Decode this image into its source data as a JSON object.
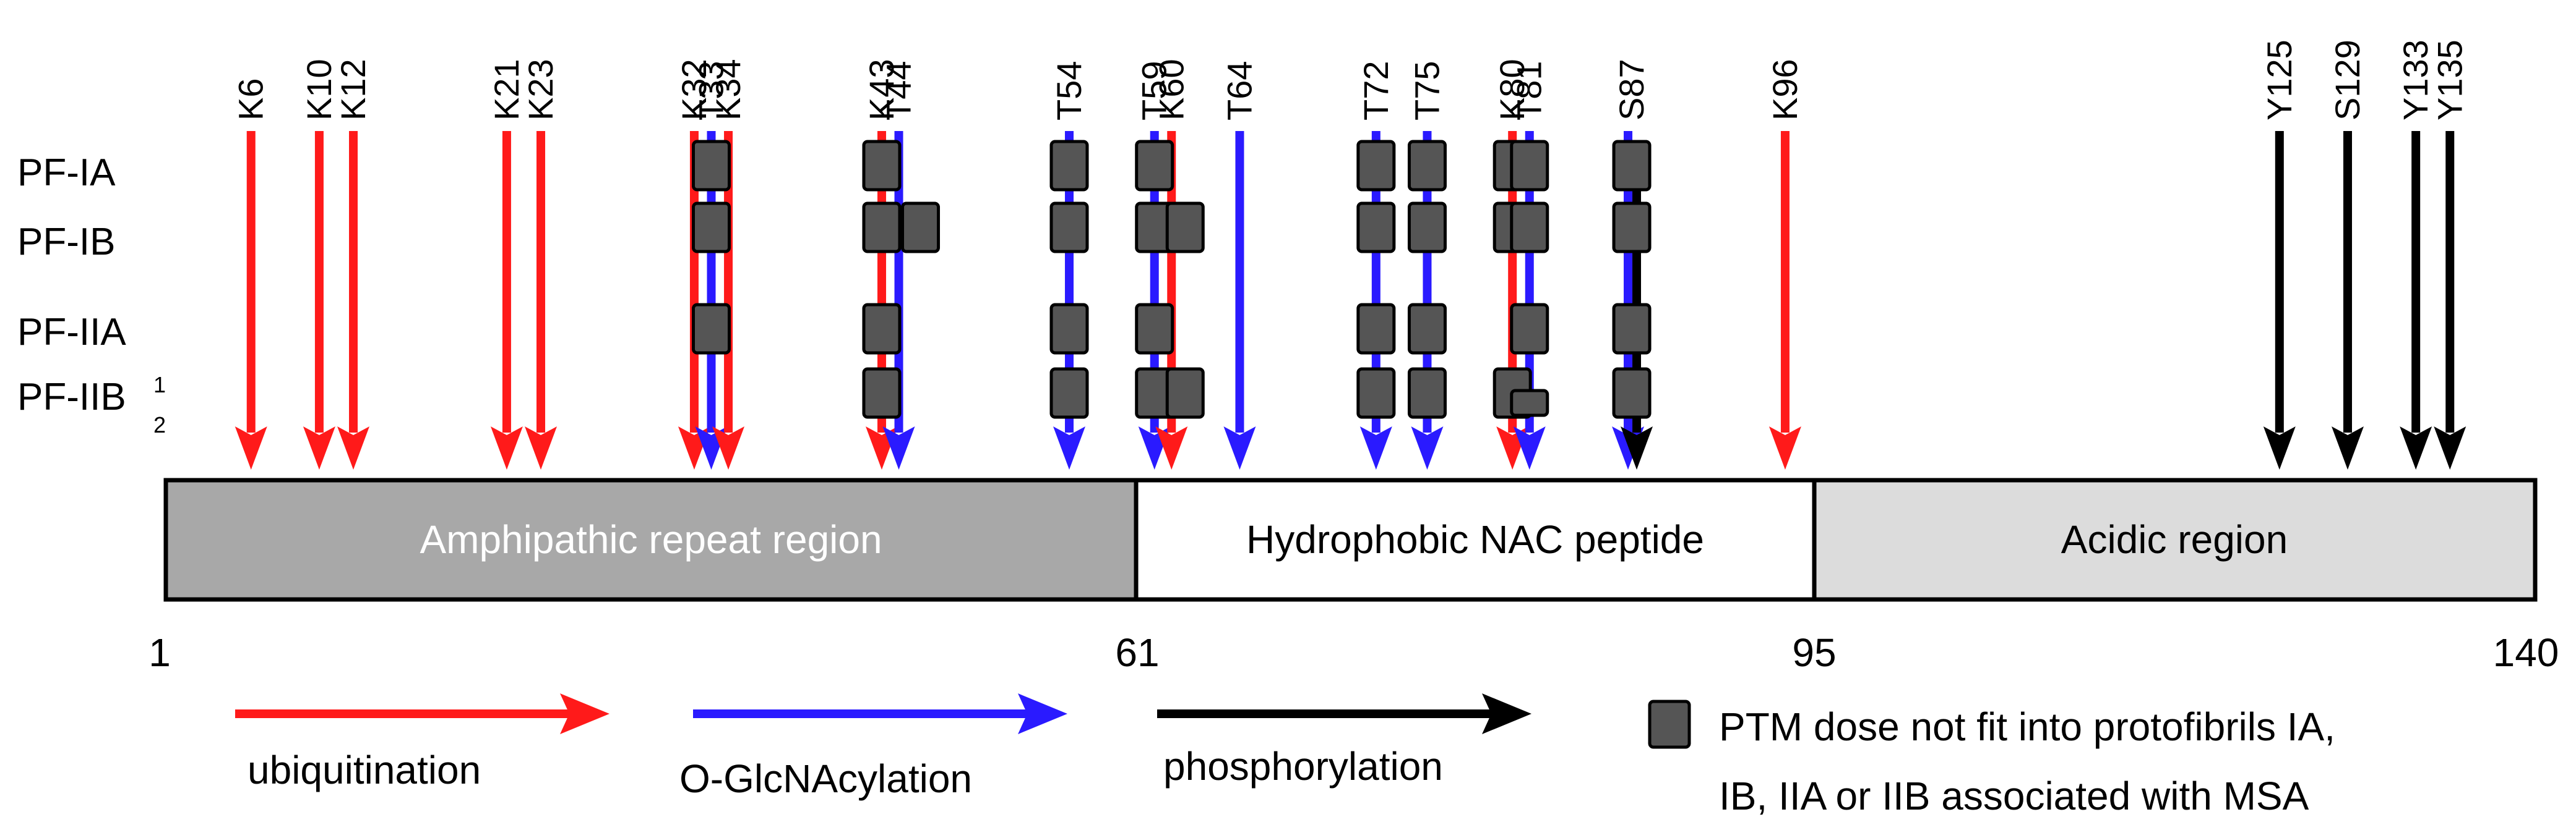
{
  "colors": {
    "ubiquitination": "#ff1a1a",
    "glcnac": "#2a1aff",
    "phosphorylation": "#000000",
    "marker_fill": "#555555",
    "region_amphipathic": "#a8a8a8",
    "region_nac": "#ffffff",
    "region_acidic": "#dcdcdc"
  },
  "sites": [
    {
      "label": "K6",
      "residue": 6,
      "type": "ubiquitination",
      "markers": []
    },
    {
      "label": "K10",
      "residue": 10,
      "type": "ubiquitination",
      "markers": []
    },
    {
      "label": "K12",
      "residue": 12,
      "type": "ubiquitination",
      "markers": []
    },
    {
      "label": "K21",
      "residue": 21,
      "type": "ubiquitination",
      "markers": []
    },
    {
      "label": "K23",
      "residue": 23,
      "type": "ubiquitination",
      "markers": []
    },
    {
      "label": "K32",
      "residue": 32,
      "type": "ubiquitination",
      "markers": []
    },
    {
      "label": "T33",
      "residue": 33,
      "type": "glcnac",
      "markers": [
        "PF-IA",
        "PF-IB",
        "PF-IIA"
      ]
    },
    {
      "label": "K34",
      "residue": 34,
      "type": "ubiquitination",
      "markers": []
    },
    {
      "label": "K43",
      "residue": 43,
      "type": "ubiquitination",
      "markers": [
        "PF-IA",
        "PF-IB",
        "PF-IIA",
        "PF-IIB"
      ]
    },
    {
      "label": "T44",
      "residue": 44,
      "type": "glcnac",
      "markers": [
        "PF-IB"
      ]
    },
    {
      "label": "T54",
      "residue": 54,
      "type": "glcnac",
      "markers": [
        "PF-IA",
        "PF-IB",
        "PF-IIA",
        "PF-IIB"
      ]
    },
    {
      "label": "T59",
      "residue": 59,
      "type": "glcnac",
      "markers": [
        "PF-IA",
        "PF-IB",
        "PF-IIA",
        "PF-IIB"
      ]
    },
    {
      "label": "K60",
      "residue": 60,
      "type": "ubiquitination",
      "markers": [
        "PF-IB",
        "PF-IIB"
      ]
    },
    {
      "label": "T64",
      "residue": 64,
      "type": "glcnac",
      "markers": []
    },
    {
      "label": "T72",
      "residue": 72,
      "type": "glcnac",
      "markers": [
        "PF-IA",
        "PF-IB",
        "PF-IIA",
        "PF-IIB"
      ]
    },
    {
      "label": "T75",
      "residue": 75,
      "type": "glcnac",
      "markers": [
        "PF-IA",
        "PF-IB",
        "PF-IIA",
        "PF-IIB"
      ]
    },
    {
      "label": "K80",
      "residue": 80,
      "type": "ubiquitination",
      "markers": [
        "PF-IA",
        "PF-IB",
        "PF-IIB"
      ]
    },
    {
      "label": "T81",
      "residue": 81,
      "type": "glcnac",
      "markers": [
        "PF-IA",
        "PF-IB",
        "PF-IIA",
        "PF-IIB-2"
      ]
    },
    {
      "label": "S87",
      "residue": 87,
      "type": "glcnac+phosphorylation",
      "markers": [
        "PF-IA",
        "PF-IB",
        "PF-IIA",
        "PF-IIB"
      ]
    },
    {
      "label": "K96",
      "residue": 96,
      "type": "ubiquitination",
      "markers": []
    },
    {
      "label": "Y125",
      "residue": 125,
      "type": "phosphorylation",
      "markers": []
    },
    {
      "label": "S129",
      "residue": 129,
      "type": "phosphorylation",
      "markers": []
    },
    {
      "label": "Y133",
      "residue": 133,
      "type": "phosphorylation",
      "markers": []
    },
    {
      "label": "Y135",
      "residue": 135,
      "type": "phosphorylation",
      "markers": []
    }
  ],
  "rows": [
    {
      "key": "PF-IA",
      "label": "PF-IA"
    },
    {
      "key": "PF-IB",
      "label": "PF-IB"
    },
    {
      "key": "PF-IIA",
      "label": "PF-IIA"
    },
    {
      "key": "PF-IIB",
      "label": "PF-IIB"
    }
  ],
  "row_superscript": "1",
  "row_subscript": "2",
  "regions": [
    {
      "label": "Amphipathic repeat region",
      "start": 1,
      "end": 61,
      "color_key": "region_amphipathic",
      "text_color": "#ffffff"
    },
    {
      "label": "Hydrophobic NAC peptide",
      "start": 61,
      "end": 95,
      "color_key": "region_nac",
      "text_color": "#000000"
    },
    {
      "label": "Acidic region",
      "start": 95,
      "end": 140,
      "color_key": "region_acidic",
      "text_color": "#000000"
    }
  ],
  "axis_ticks": [
    "1",
    "61",
    "95",
    "140"
  ],
  "legend": {
    "ubiquitination": "ubiquitination",
    "glcnac": "O-GlcNAcylation",
    "phosphorylation": "phosphorylation",
    "marker_line1": "PTM dose not fit into protofibrils IA,",
    "marker_line2": "IB, IIA or IIB associated with MSA"
  }
}
